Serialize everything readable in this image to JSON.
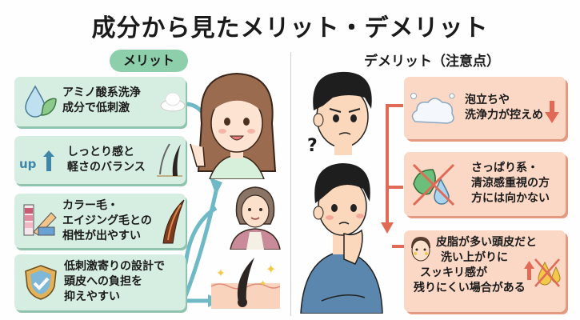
{
  "title": "成分から見たメリット・デメリット",
  "merit": {
    "heading": "メリット",
    "items": [
      {
        "lines": [
          "アミノ酸系洗浄",
          "成分で低刺激"
        ],
        "icon_left": "water-drop-leaf-icon",
        "icon_right": "foam-icon"
      },
      {
        "lines": [
          "しっとり感と",
          "軽さのバランス"
        ],
        "icon_left": "up-arrow-icon",
        "icon_left_label": "up",
        "icon_right": "hair-strand-icon"
      },
      {
        "lines": [
          "カラー毛・",
          "エイジング毛との",
          "相性が出やすい"
        ],
        "icon_left": "color-swatch-icon",
        "icon_right": "colored-hair-icon"
      },
      {
        "lines": [
          "低刺激寄りの設計で",
          "頭皮への負担を",
          "抑えやすい"
        ],
        "icon_left": "shield-check-icon"
      }
    ],
    "illustrations": [
      "smiling-woman-pointing",
      "middle-aged-woman",
      "healthy-hair-scalp"
    ]
  },
  "demerit": {
    "heading": "デメリット（注意点）",
    "items": [
      {
        "lines": [
          "泡立ちや",
          "洗浄力が控えめ"
        ],
        "icon_left": "cloud-foam-icon",
        "icon_right": "down-arrow-icon"
      },
      {
        "lines": [
          "さっぱり系・",
          "清涼感重視の方",
          "方には向かない"
        ],
        "icon_left": "crossed-mint-icon"
      },
      {
        "lines": [
          "皮脂が多い頭皮だと",
          "洗い上がりに",
          "スッキリ感が",
          "残りにくい場合がある"
        ],
        "icon_left": "oily-face-icon",
        "icon_right": "crossed-oil-drop-icon"
      }
    ],
    "illustrations": [
      "confused-man",
      "thinking-man"
    ],
    "question_mark": "?"
  },
  "colors": {
    "merit_box": "#d6eee2",
    "merit_pill": "#8ccfaa",
    "merit_arrow": "#6fb9c6",
    "demerit_box": "#fbd8c6",
    "demerit_line": "#e06a55"
  }
}
